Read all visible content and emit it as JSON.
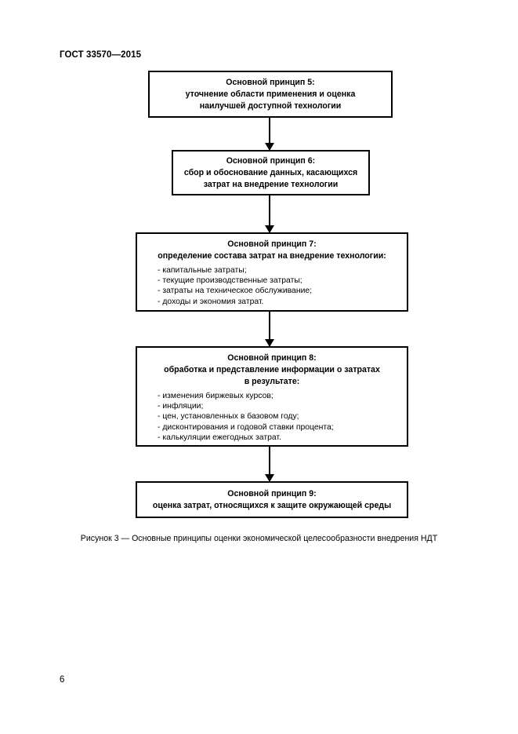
{
  "header": "ГОСТ 33570—2015",
  "boxes": [
    {
      "title": "Основной принцип 5:",
      "lines": [
        "уточнение области применения и оценка",
        "наилучшей доступной технологии"
      ],
      "items": []
    },
    {
      "title": "Основной принцип 6:",
      "lines": [
        "сбор и обоснование данных, касающихся",
        "затрат на внедрение технологии"
      ],
      "items": []
    },
    {
      "title": "Основной принцип 7:",
      "lines": [
        "определение состава затрат на внедрение технологии:"
      ],
      "items": [
        "капитальные затраты;",
        "текущие производственные затраты;",
        "затраты на техническое обслуживание;",
        "доходы и экономия затрат."
      ]
    },
    {
      "title": "Основной принцип 8:",
      "lines": [
        "обработка и представление информации о затратах",
        "в результате:"
      ],
      "items": [
        "изменения биржевых курсов;",
        "инфляции;",
        "цен, установленных в базовом году;",
        "дисконтирования и годовой ставки процента;",
        "калькуляции ежегодных затрат."
      ]
    },
    {
      "title": "Основной принцип 9:",
      "lines": [
        "оценка затрат, относящихся к защите окружающей среды"
      ],
      "items": []
    }
  ],
  "caption": "Рисунок 3 — Основные принципы оценки экономической целесообразности внедрения НДТ",
  "page_number": "6"
}
